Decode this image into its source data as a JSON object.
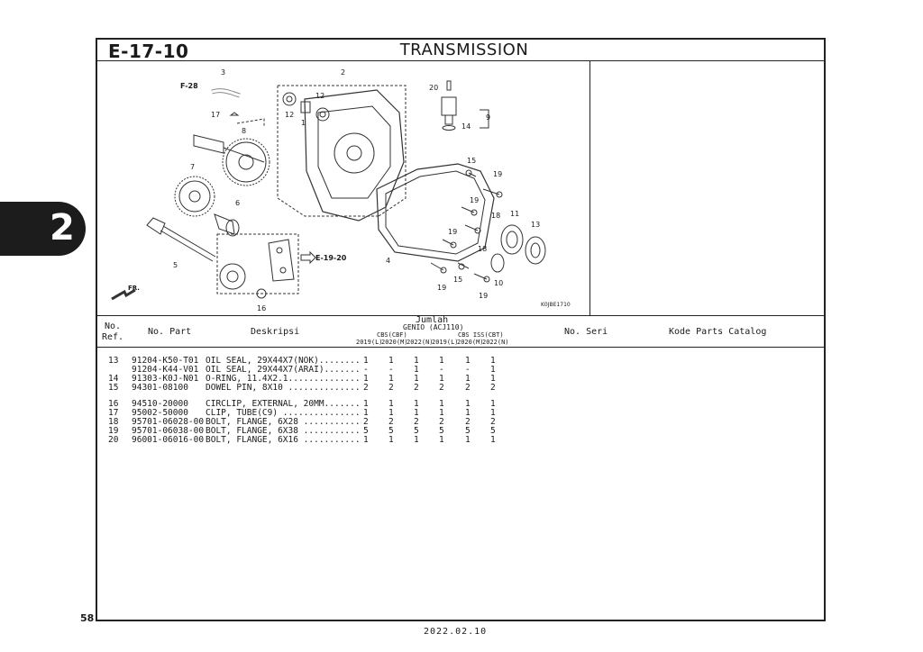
{
  "section_tab": "2",
  "header": {
    "code": "E-17-10",
    "title": "TRANSMISSION"
  },
  "diagram": {
    "refs": [
      "3",
      "F-28",
      "17",
      "2",
      "12",
      "12",
      "1",
      "8",
      "7",
      "6",
      "5",
      "FR.",
      "E-19-20",
      "4",
      "16",
      "20",
      "9",
      "14",
      "15",
      "19",
      "19",
      "18",
      "19",
      "18",
      "11",
      "13",
      "10",
      "15",
      "19",
      "19"
    ],
    "image_code": "K0JBE1710"
  },
  "table": {
    "headers": {
      "ref": "No.\nRef.",
      "no_ref_line1": "No.",
      "no_ref_line2": "Ref.",
      "part": "No. Part",
      "desc": "Deskripsi",
      "qty": "Jumlah",
      "model": "GENIO (ACJ110)",
      "group1": "CBS(CBF)",
      "group2": "CBS ISS(CBT)",
      "serial": "No. Seri",
      "catalog": "Kode Parts Catalog"
    },
    "years": [
      "2019(L)",
      "2020(M)",
      "2022(N)",
      "2019(L)",
      "2020(M)",
      "2022(N)"
    ],
    "rows": [
      {
        "ref": "13",
        "part": "91204-K50-T01",
        "desc": "OIL SEAL, 29X44X7(NOK)........",
        "q": [
          "1",
          "1",
          "1",
          "1",
          "1",
          "1"
        ]
      },
      {
        "ref": "",
        "part": "91204-K44-V01",
        "desc": "OIL SEAL, 29X44X7(ARAI).......",
        "q": [
          "-",
          "-",
          "1",
          "-",
          "-",
          "1"
        ]
      },
      {
        "ref": "14",
        "part": "91303-K0J-N01",
        "desc": "O-RING, 11.4X2.1..............",
        "q": [
          "1",
          "1",
          "1",
          "1",
          "1",
          "1"
        ]
      },
      {
        "ref": "15",
        "part": "94301-08100",
        "desc": "DOWEL PIN, 8X10 ..............",
        "q": [
          "2",
          "2",
          "2",
          "2",
          "2",
          "2"
        ]
      },
      {
        "ref": "16",
        "part": "94510-20000",
        "desc": "CIRCLIP, EXTERNAL, 20MM.......",
        "q": [
          "1",
          "1",
          "1",
          "1",
          "1",
          "1"
        ]
      },
      {
        "ref": "17",
        "part": "95002-50000",
        "desc": "CLIP, TUBE(C9) ...............",
        "q": [
          "1",
          "1",
          "1",
          "1",
          "1",
          "1"
        ]
      },
      {
        "ref": "18",
        "part": "95701-06028-00",
        "desc": "BOLT, FLANGE, 6X28 ...........",
        "q": [
          "2",
          "2",
          "2",
          "2",
          "2",
          "2"
        ]
      },
      {
        "ref": "19",
        "part": "95701-06038-00",
        "desc": "BOLT, FLANGE, 6X38 ...........",
        "q": [
          "5",
          "5",
          "5",
          "5",
          "5",
          "5"
        ]
      },
      {
        "ref": "20",
        "part": "96001-06016-00",
        "desc": "BOLT, FLANGE, 6X16 ...........",
        "q": [
          "1",
          "1",
          "1",
          "1",
          "1",
          "1"
        ]
      }
    ]
  },
  "footer": {
    "page": "58",
    "date": "2022.02.10"
  }
}
